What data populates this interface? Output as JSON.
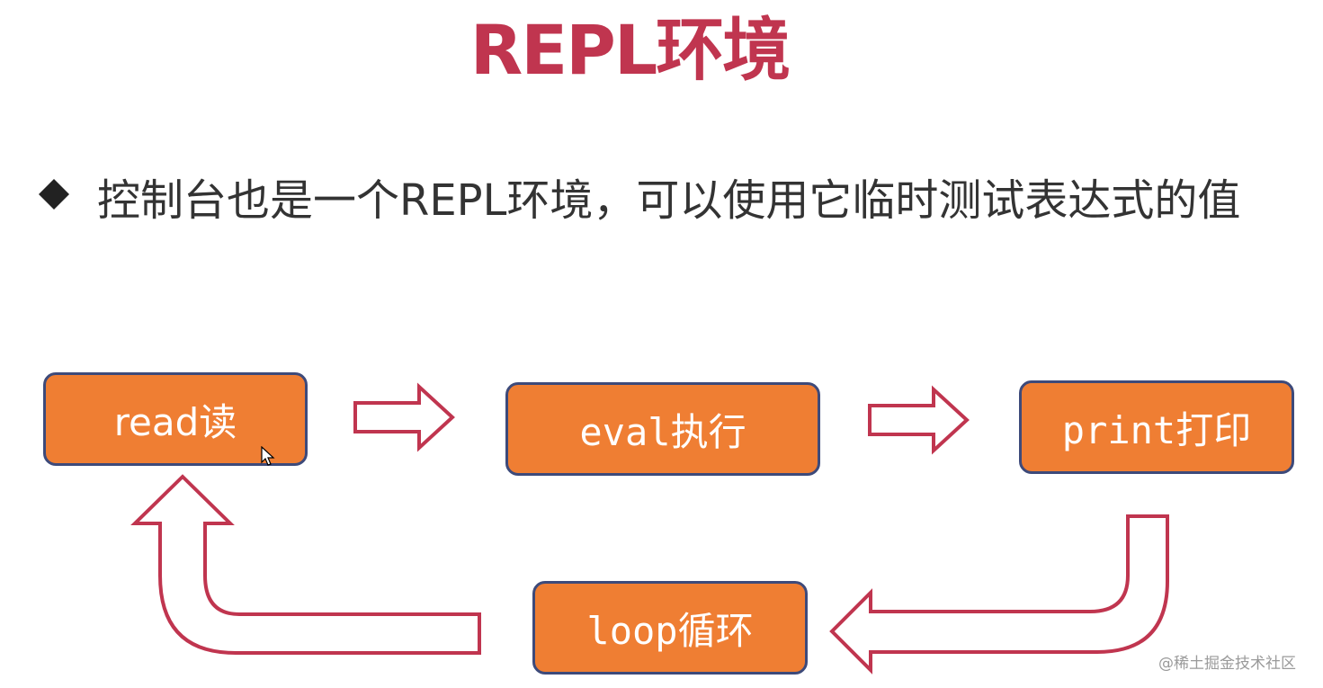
{
  "slide": {
    "title": "REPL环境",
    "bullet": {
      "icon": "diamond-bullet-icon",
      "text": "控制台也是一个REPL环境，可以使用它临时测试表达式的值"
    },
    "diagram": {
      "nodes": {
        "read": "read读",
        "eval": "eval执行",
        "print": "print打印",
        "loop": "loop循环"
      },
      "arrows": [
        "read-to-eval",
        "eval-to-print",
        "print-to-loop",
        "loop-to-read"
      ]
    },
    "watermark": "@稀土掘金技术社区"
  },
  "colors": {
    "title": "#c0354f",
    "node_fill": "#ef7e33",
    "node_border": "#3d4a7a",
    "arrow_stroke": "#c0354f",
    "text": "#333333"
  }
}
